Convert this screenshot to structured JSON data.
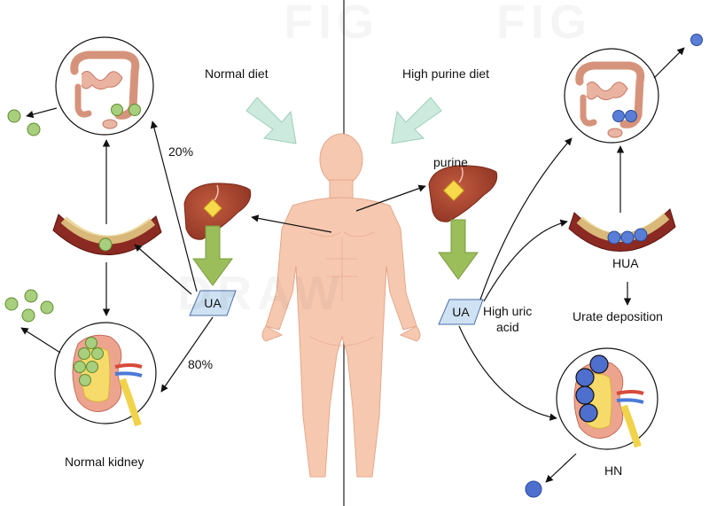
{
  "watermark": {
    "line1": "FIG",
    "line2": "DRAW"
  },
  "labels": {
    "normal_diet": "Normal diet",
    "high_purine_diet": "High purine diet",
    "purine": "purine",
    "pct_20": "20%",
    "pct_80": "80%",
    "ua_left": "UA",
    "ua_right": "UA",
    "high_uric_acid_line1": "High uric",
    "high_uric_acid_line2": "acid",
    "hua": "HUA",
    "urate_deposition": "Urate deposition",
    "normal_kidney": "Normal kidney",
    "hn": "HN"
  },
  "colors": {
    "arrow_diet": "#cdeadf",
    "arrow_liver": "#9bbd5a",
    "ua_box": "#cfe2f3",
    "green_particle": "#a8cf7e",
    "blue_particle": "#5a7ed6",
    "body_skin": "#f7c8b0",
    "liver": "#a9442f",
    "divider": "#222222"
  }
}
